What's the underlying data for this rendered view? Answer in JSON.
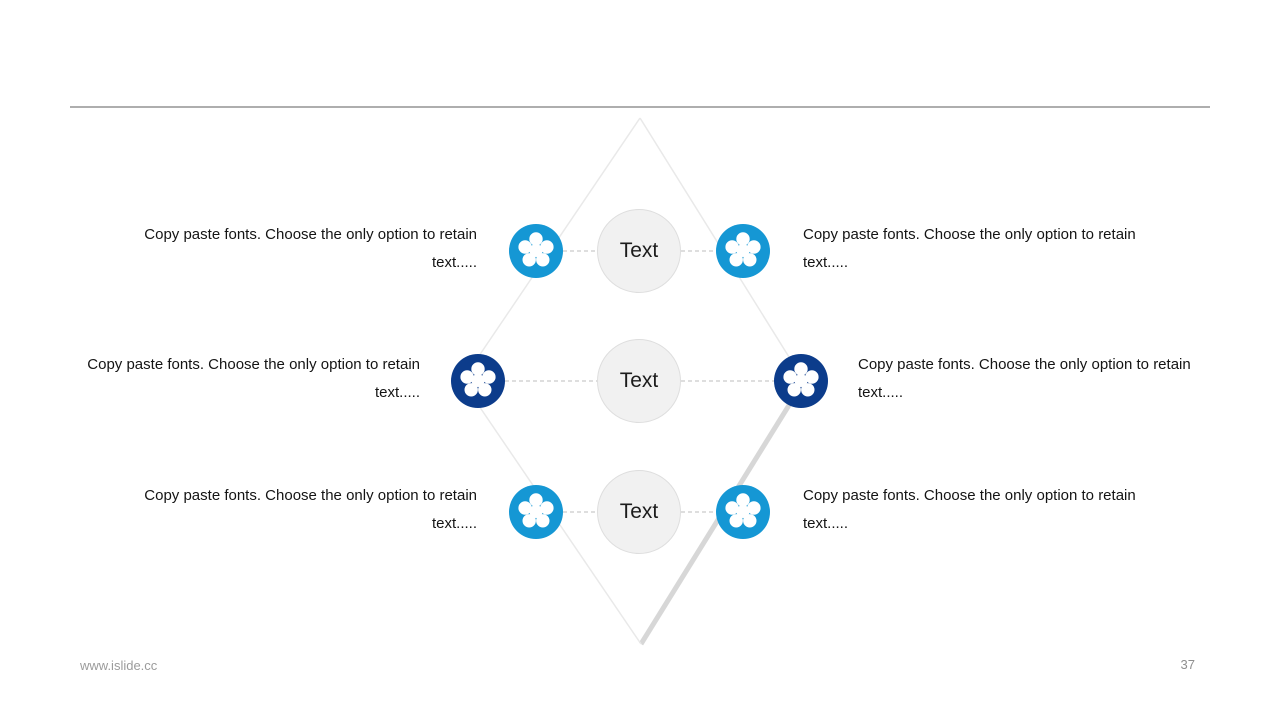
{
  "slide": {
    "footer": {
      "site_url": "www.islide.cc",
      "page_number": "37"
    },
    "rows": [
      {
        "accent_color": "#1597d4",
        "node_label": "Text",
        "left": {
          "line1": "Copy paste fonts. Choose the only option to retain",
          "line2": "text....."
        },
        "right": {
          "line1": "Copy paste fonts. Choose the only option to retain",
          "line2": "text....."
        }
      },
      {
        "accent_color": "#0c3c8b",
        "node_label": "Text",
        "left": {
          "line1": "Copy paste fonts. Choose the only option to retain",
          "line2": "text....."
        },
        "right": {
          "line1": "Copy paste fonts. Choose the only option to retain",
          "line2": "text....."
        }
      },
      {
        "accent_color": "#1597d4",
        "node_label": "Text",
        "left": {
          "line1": "Copy paste fonts. Choose the only option to retain",
          "line2": "text....."
        },
        "right": {
          "line1": "Copy paste fonts. Choose the only option to retain",
          "line2": "text....."
        }
      }
    ]
  }
}
